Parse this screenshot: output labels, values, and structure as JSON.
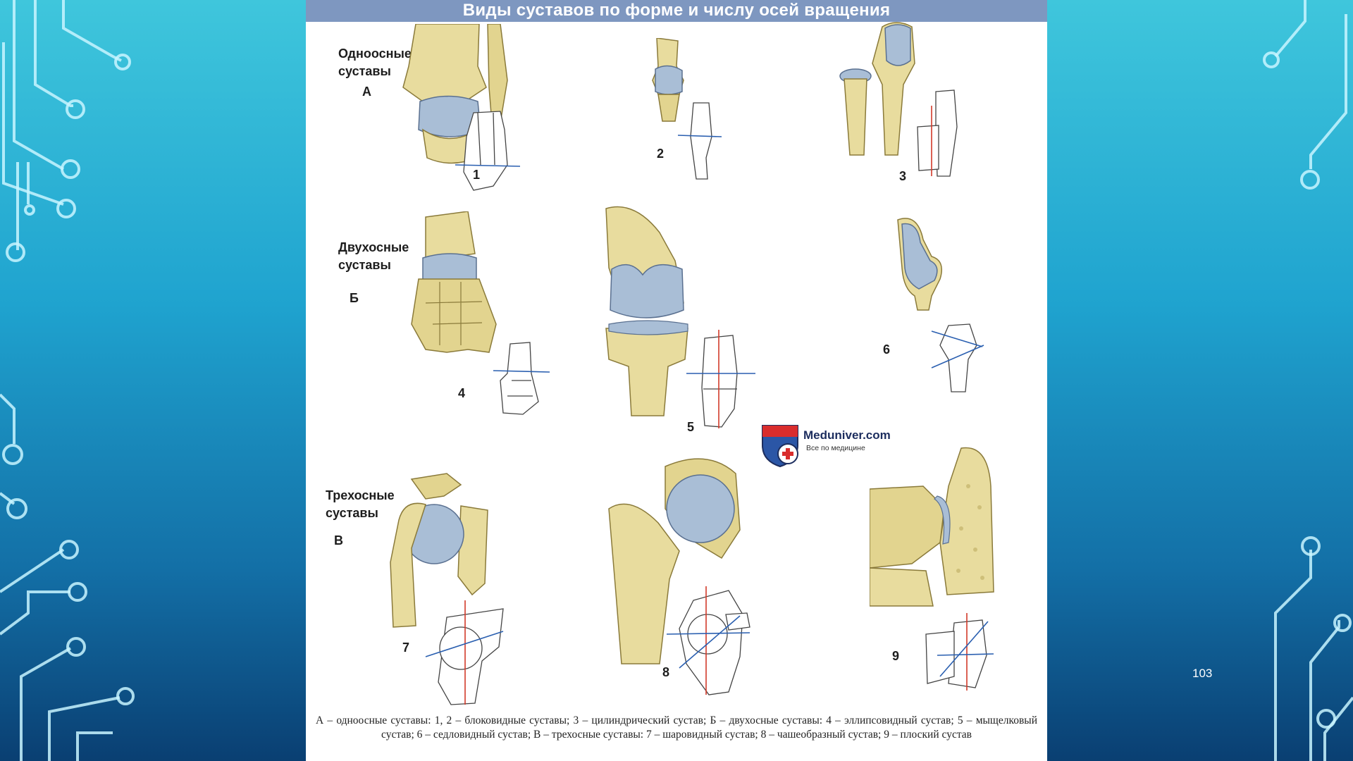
{
  "slide": {
    "title": "Виды суставов по форме и числу осей вращения",
    "page_number": "103",
    "caption": "А – одноосные суставы: 1, 2 – блоковидные суставы; 3 – цилиндрический сустав; Б – двухосные суставы: 4 – эллипсовидный сустав; 5 – мыщелковый сустав; 6 – седловидный сустав; В – трехосные суставы: 7 – шаровидный сустав; 8 – чашеобразный сустав; 9 – плоский сустав"
  },
  "groups": [
    {
      "label_line1": "Одноосные",
      "label_line2": "суставы",
      "letter": "А"
    },
    {
      "label_line1": "Двухосные",
      "label_line2": "суставы",
      "letter": "Б"
    },
    {
      "label_line1": "Трехосные",
      "label_line2": "суставы",
      "letter": "В"
    }
  ],
  "figures": [
    "1",
    "2",
    "3",
    "4",
    "5",
    "6",
    "7",
    "8",
    "9"
  ],
  "watermark": {
    "name": "Meduniver.com",
    "tagline": "Все по медицине"
  },
  "colors": {
    "bone": "#e8dc9e",
    "bone_shadow": "#b9a85c",
    "cartilage": "#a9bed6",
    "cartilage_dark": "#7f97b4",
    "title_bar": "#7e97c0",
    "axis_red": "#d23a2a",
    "axis_blue": "#2a5fb0",
    "circuit": "#bff3ff"
  }
}
